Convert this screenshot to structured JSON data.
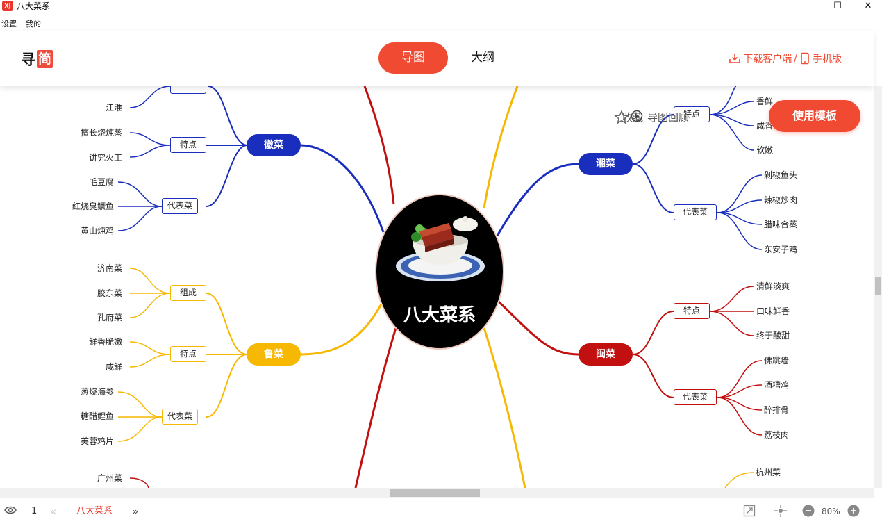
{
  "window": {
    "title": "八大菜系",
    "app_icon": "XJ",
    "minimize": "—",
    "maximize": "☐",
    "close": "✕"
  },
  "menu": {
    "settings": "设置",
    "mine": "我的"
  },
  "header": {
    "logo_text": "寻",
    "logo_box": "简",
    "tab_map": "导图",
    "tab_outline": "大纲",
    "download_client": "下载客户端",
    "separator": "/",
    "mobile": "手机版"
  },
  "actions": {
    "favorite": "收藏",
    "review": "导图回顾",
    "use_template": "使用模板"
  },
  "colors": {
    "accent": "#f04a32",
    "hui": "#1a2ebd",
    "lu": "#f6b800",
    "min": "#c20f0f",
    "xiang": "#1a2ebd",
    "red_branch": "#c20f0f",
    "yellow_branch": "#f6b800"
  },
  "mindmap": {
    "center": "八大菜系",
    "hui": {
      "label": "徽菜",
      "partial_leaf": "江淮",
      "sub_features": "特点",
      "features": [
        "擅长烧炖蒸",
        "讲究火工"
      ],
      "sub_dishes": "代表菜",
      "dishes": [
        "毛豆腐",
        "红烧臭鳜鱼",
        "黄山炖鸡"
      ]
    },
    "lu": {
      "label": "鲁菜",
      "sub_origin": "组成",
      "origin": [
        "济南菜",
        "胶东菜",
        "孔府菜"
      ],
      "sub_features": "特点",
      "features": [
        "鲜香脆嫩",
        "咸鲜"
      ],
      "sub_dishes": "代表菜",
      "dishes": [
        "葱烧海参",
        "糖醋鲤鱼",
        "芙蓉鸡片"
      ]
    },
    "yue_partial": "广州菜",
    "xiang": {
      "label": "湘菜",
      "sub_features": "特点",
      "features": [
        "香鲜",
        "咸香",
        "软嫩"
      ],
      "sub_dishes": "代表菜",
      "dishes": [
        "剁椒鱼头",
        "辣椒炒肉",
        "腊味合蒸",
        "东安子鸡"
      ]
    },
    "min": {
      "label": "闽菜",
      "sub_features": "特点",
      "features": [
        "清鲜淡爽",
        "口味鲜香",
        "终于酸甜"
      ],
      "sub_dishes": "代表菜",
      "dishes": [
        "佛跳墙",
        "酒糟鸡",
        "醉排骨",
        "荔枝肉"
      ]
    },
    "zhe_partial": "杭州菜"
  },
  "footer": {
    "page_num": "1",
    "doc_tab": "八大菜系",
    "zoom": "80%"
  }
}
